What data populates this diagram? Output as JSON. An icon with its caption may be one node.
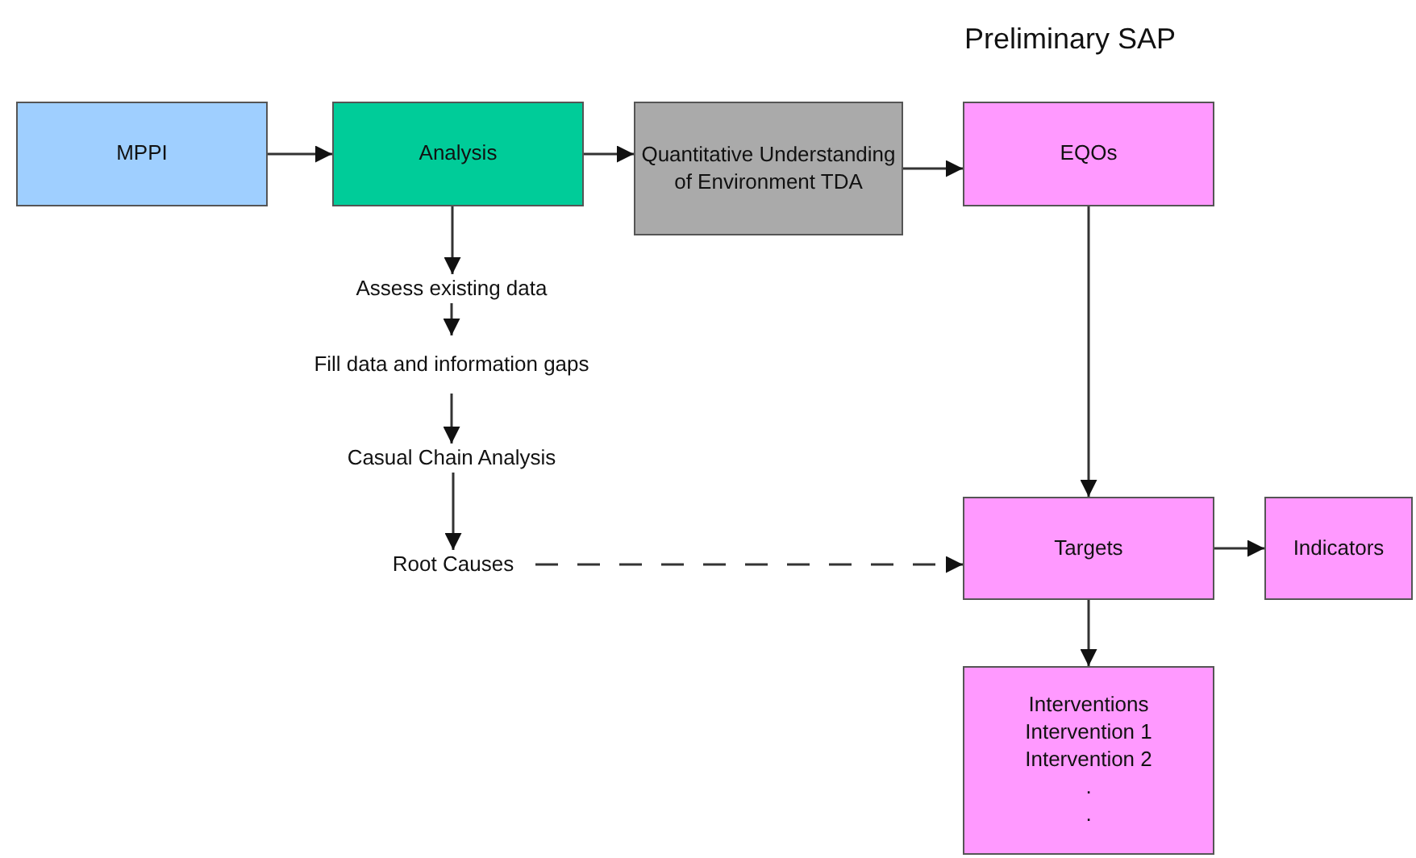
{
  "diagram": {
    "title": "Preliminary SAP",
    "nodes": [
      {
        "text": [
          "MPPI"
        ]
      },
      {
        "text": [
          "Analysis"
        ]
      },
      {
        "text": [
          "Quantitative Understanding of Environment TDA"
        ]
      },
      {
        "text": [
          "EQOs"
        ]
      },
      {
        "text": [
          "Assess existing data"
        ]
      },
      {
        "text": [
          "Fill data and information gaps"
        ]
      },
      {
        "text": [
          "Casual Chain Analysis"
        ]
      },
      {
        "text": [
          "Root Causes"
        ]
      },
      {
        "text": [
          "Targets"
        ]
      },
      {
        "text": [
          "Indicators"
        ]
      },
      {
        "text": [
          "Interventions",
          "Intervention 1",
          "Intervention 2",
          ".",
          "."
        ]
      }
    ],
    "edges": [
      {
        "from": 0,
        "to": 1,
        "arrow": "to"
      },
      {
        "from": 1,
        "to": 2,
        "arrow": "to"
      },
      {
        "from": 2,
        "to": 3,
        "arrow": "to"
      },
      {
        "from": 1,
        "to": 4,
        "arrow": "to"
      },
      {
        "from": 4,
        "to": 5,
        "arrow": "to"
      },
      {
        "from": 5,
        "to": 6,
        "arrow": "to"
      },
      {
        "from": 6,
        "to": 7,
        "arrow": "to"
      },
      {
        "from": 7,
        "to": 8,
        "arrow": "to",
        "style": "dashed"
      },
      {
        "from": 3,
        "to": 8,
        "arrow": "to"
      },
      {
        "from": 8,
        "to": 9,
        "arrow": "to"
      },
      {
        "from": 8,
        "to": 10,
        "arrow": "to"
      }
    ]
  }
}
